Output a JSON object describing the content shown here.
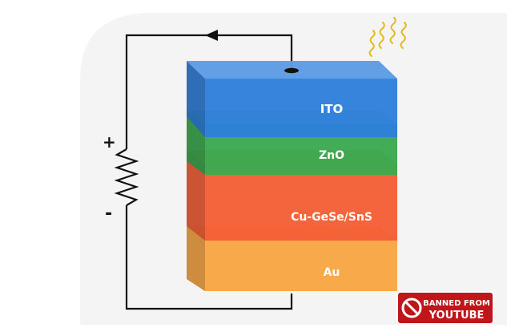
{
  "colors": {
    "ito": "#2f7fdc",
    "zno": "#3aaa4f",
    "absorber": "#f45e35",
    "au": "#f8a542",
    "wire": "#111111",
    "light": "#e5b81c",
    "badge": "#c0161a"
  },
  "layers": [
    {
      "key": "ito",
      "label": "ITO"
    },
    {
      "key": "zno",
      "label": "ZnO"
    },
    {
      "key": "absorber",
      "label": "Cu-GeSe/SnS"
    },
    {
      "key": "au",
      "label": "Au"
    }
  ],
  "circuit": {
    "plus": "+",
    "minus": "-"
  },
  "badge": {
    "line1": "BANNED FROM",
    "line2": "YOUTUBE",
    "icon": "no-entry-icon"
  }
}
